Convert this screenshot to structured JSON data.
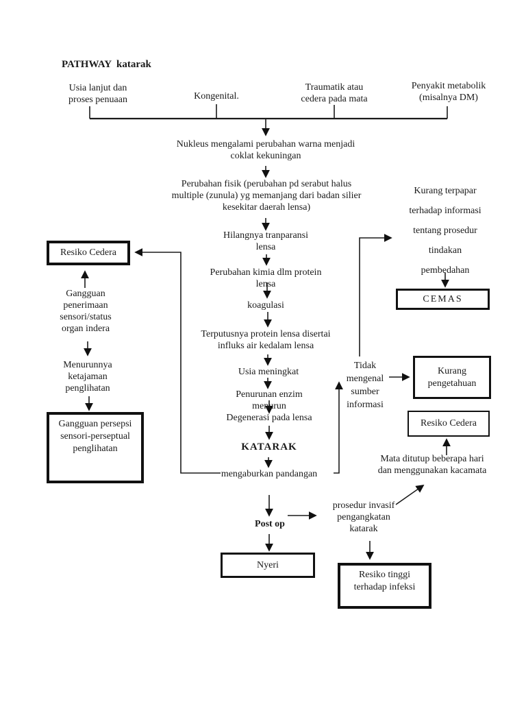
{
  "page": {
    "title": "PATHWAY  katarak"
  },
  "causes": {
    "usia_lanjut": "Usia lanjut dan\nproses penuaan",
    "kongenital": "Kongenital.",
    "traumatik": "Traumatik atau\ncedera pada mata",
    "penyakit_metabolik": "Penyakit metabolik\n(misalnya DM)"
  },
  "chain": {
    "nukleus": "Nukleus mengalami perubahan warna menjadi\ncoklat kekuningan",
    "perubahan_fisik": "Perubahan fisik (perubahan pd serabut halus\nmultiple (zunula) yg memanjang dari badan silier\nkesekitar daerah lensa)",
    "hilangnya_transparansi": "Hilangnya tranparansi\nlensa",
    "perubahan_kimia": "Perubahan kimia dlm protein\nlensa",
    "koagulasi": "koagulasi",
    "terputusnya_protein": "Terputusnya protein lensa disertai\ninfluks air kedalam lensa",
    "usia_meningkat": "Usia meningkat",
    "penurunan_enzim": "Penurunan enzim\nmenurun",
    "degenerasi": "Degenerasi pada lensa",
    "katarak": "KATARAK",
    "mengaburkan": "mengaburkan pandangan",
    "post_op": "Post op",
    "nyeri": "Nyeri"
  },
  "left_branch": {
    "resiko_cedera": "Resiko Cedera",
    "gangguan_penerimaan": "Gangguan\npenerimaan\nsensori/status\norgan indera",
    "menurunnya_ketajaman": "Menurunnya\nketajaman\npenglihatan",
    "gangguan_persepsi": "Gangguan persepsi\nsensori-perseptual\npenglihatan"
  },
  "right_branch": {
    "kurang_terpapar": "Kurang terpapar\nterhadap informasi\ntentang prosedur\ntindakan\npembedahan",
    "cemas": "CEMAS",
    "tidak_mengenal": "Tidak\nmengenal\nsumber\ninformasi",
    "kurang_pengetahuan": "Kurang\npengetahuan",
    "resiko_cedera": "Resiko Cedera",
    "mata_ditutup": "Mata ditutup beberapa hari\ndan menggunakan kacamata",
    "prosedur_invasif": "prosedur invasif\npengangkatan\nkatarak",
    "resiko_tinggi": "Resiko tinggi\nterhadap infeksi"
  },
  "colors": {
    "ink": "#1a1a1a",
    "background": "#ffffff"
  }
}
